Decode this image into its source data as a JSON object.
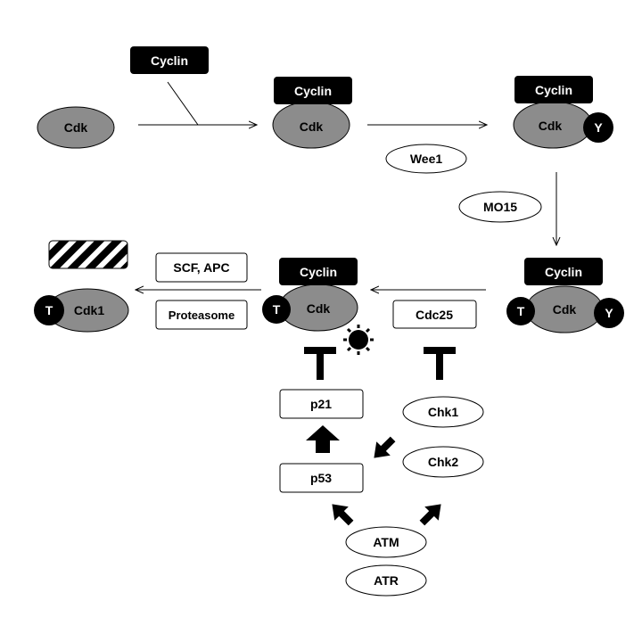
{
  "cyclin_label": "Cyclin",
  "cdk_label": "Cdk",
  "cdk1_label": "Cdk1",
  "y_label": "Y",
  "t_label": "T",
  "wee1_label": "Wee1",
  "mo15_label": "MO15",
  "cdc25_label": "Cdc25",
  "scf_apc_label": "SCF, APC",
  "proteasome_label": "Proteasome",
  "p21_label": "p21",
  "p53_label": "p53",
  "chk1_label": "Chk1",
  "chk2_label": "Chk2",
  "atm_label": "ATM",
  "atr_label": "ATR",
  "colors": {
    "cdk_fill": "#8c8c8c",
    "cyclin_fill": "#000000",
    "phospho_fill": "#000000",
    "stroke": "#000000",
    "background": "#ffffff"
  }
}
